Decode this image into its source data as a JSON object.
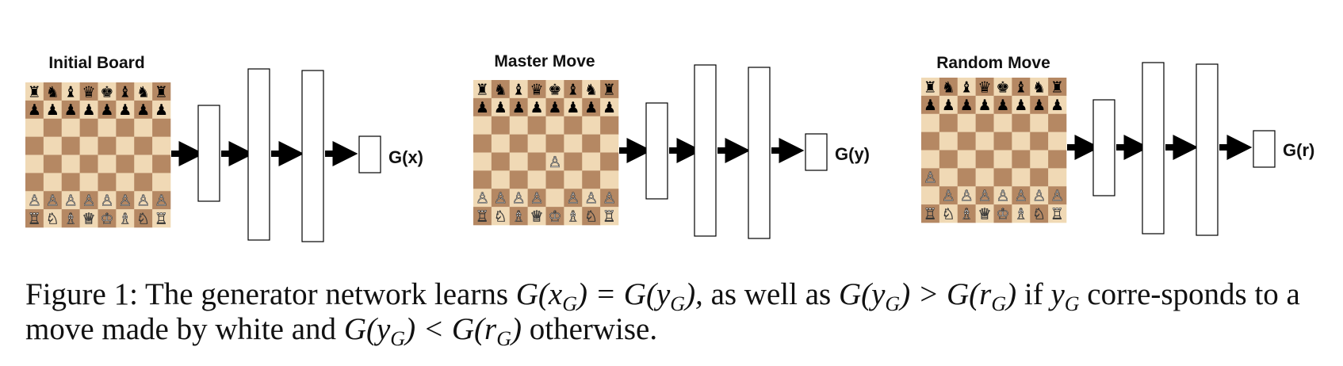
{
  "panels": [
    {
      "title": "Initial Board",
      "output": "G(x)",
      "board": [
        "rnbqkbnr",
        "pppppppp",
        "........",
        "........",
        "........",
        "........",
        "PPPPPPPP",
        "RNBQKBNR"
      ]
    },
    {
      "title": "Master Move",
      "output": "G(y)",
      "board": [
        "rnbqkbnr",
        "pppppppp",
        "........",
        "........",
        "....P...",
        "........",
        "PPPP.PPP",
        "RNBQKBNR"
      ]
    },
    {
      "title": "Random Move",
      "output": "G(r)",
      "board": [
        "rnbqkbnr",
        "pppppppp",
        "........",
        "........",
        "........",
        "P.......",
        ".PPPPPPP",
        "RNBQKBNR"
      ]
    }
  ],
  "board_colors": {
    "light": "#f0d9b5",
    "dark": "#b58863"
  },
  "caption": {
    "lead": "Figure 1: The generator network learns ",
    "eq1_a": "G(x",
    "eq1_b": ") = G(y",
    "eq1_c": "),",
    "mid1": " as well as ",
    "eq2_a": "G(y",
    "eq2_b": ") > G(r",
    "eq2_c": ")",
    "mid2": " if ",
    "y": "y",
    "mid3": " corre-sponds to a move made by white and ",
    "eq3_a": "G(y",
    "eq3_b": ") < G(r",
    "eq3_c": ")",
    "tail": " otherwise.",
    "sub": "G"
  }
}
